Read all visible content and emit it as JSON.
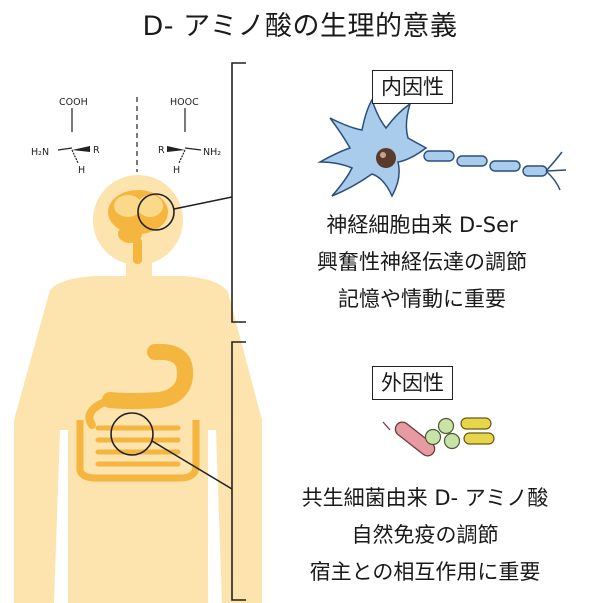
{
  "title": "D- アミノ酸の生理的意義",
  "molecules": {
    "left": {
      "top": "COOH",
      "left": "H₂N",
      "right": "R",
      "bottom": "H"
    },
    "right": {
      "top": "HOOC",
      "left": "R",
      "right": "NH₂",
      "bottom": "H"
    }
  },
  "intrinsic": {
    "label": "内因性",
    "lines": [
      "神経細胞由来 D-Ser",
      "興奮性神経伝達の調節",
      "記憶や情動に重要"
    ]
  },
  "extrinsic": {
    "label": "外因性",
    "lines": [
      "共生細菌由来 D- アミノ酸",
      "自然免疫の調節",
      "宿主との相互作用に重要"
    ]
  },
  "colors": {
    "body": "#fde3ad",
    "organ": "#f4b63e",
    "organ_light": "#fbd98a",
    "neuron": "#a9ccec",
    "neuron_stroke": "#2a4f7c",
    "nucleus": "#5a3a2a",
    "bacteria_pink": "#e89aa2",
    "bacteria_green": "#c9e2a5",
    "bacteria_yellow": "#e8d64a"
  }
}
